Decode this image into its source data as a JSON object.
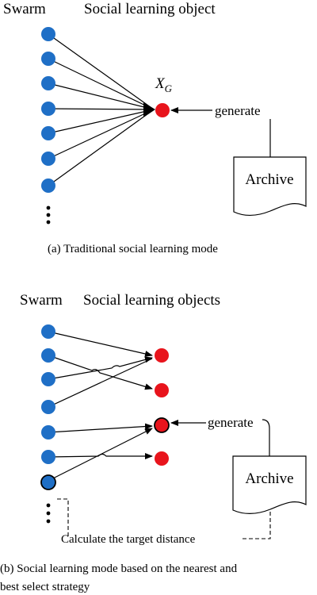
{
  "colors": {
    "swarm_dot": "#1f6fc6",
    "object_dot": "#e8141c",
    "line": "#000000"
  },
  "panel_a": {
    "swarm_label": "Swarm",
    "objects_label": "Social learning object",
    "xg_main": "X",
    "xg_sub": "G",
    "generate_label": "generate",
    "archive_label": "Archive",
    "caption": "(a)  Traditional social learning mode"
  },
  "panel_b": {
    "swarm_label": "Swarm",
    "objects_label": "Social learning objects",
    "generate_label": "generate",
    "archive_label": "Archive",
    "distance_label": "Calculate the target distance",
    "caption_line1": "(b)  Social learning mode based on the nearest and",
    "caption_line2": "best select strategy"
  }
}
